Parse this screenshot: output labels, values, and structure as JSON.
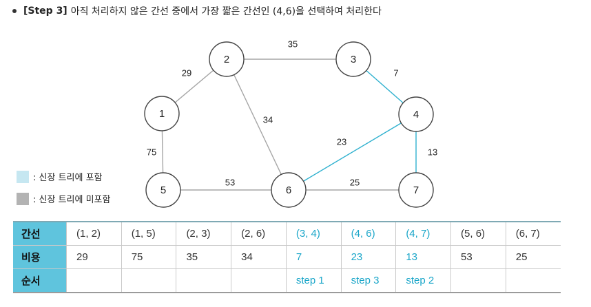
{
  "heading": {
    "bold": "[Step 3]",
    "text": "아직 처리하지 않은 간선 중에서 가장 짧은 간선인 (4,6)을 선택하여 처리한다"
  },
  "graph": {
    "nodes": [
      {
        "id": "1",
        "label": "1"
      },
      {
        "id": "2",
        "label": "2"
      },
      {
        "id": "3",
        "label": "3"
      },
      {
        "id": "4",
        "label": "4"
      },
      {
        "id": "5",
        "label": "5"
      },
      {
        "id": "6",
        "label": "6"
      },
      {
        "id": "7",
        "label": "7"
      }
    ],
    "edges": [
      {
        "from": "1",
        "to": "2",
        "weight": "29",
        "in_tree": false
      },
      {
        "from": "1",
        "to": "5",
        "weight": "75",
        "in_tree": false
      },
      {
        "from": "2",
        "to": "3",
        "weight": "35",
        "in_tree": false
      },
      {
        "from": "2",
        "to": "6",
        "weight": "34",
        "in_tree": false
      },
      {
        "from": "3",
        "to": "4",
        "weight": "7",
        "in_tree": true
      },
      {
        "from": "4",
        "to": "6",
        "weight": "23",
        "in_tree": true
      },
      {
        "from": "4",
        "to": "7",
        "weight": "13",
        "in_tree": true
      },
      {
        "from": "5",
        "to": "6",
        "weight": "53",
        "in_tree": false
      },
      {
        "from": "6",
        "to": "7",
        "weight": "25",
        "in_tree": false
      }
    ],
    "colors": {
      "in_tree": "#2fb1cf",
      "not_in_tree": "#a6a6a6"
    }
  },
  "legend": [
    {
      "label": ": 신장 트리에 포함",
      "color": "#c6e7f1"
    },
    {
      "label": ": 신장 트리에 미포함",
      "color": "#b3b3b3"
    }
  ],
  "table": {
    "header_color": "#5fc4dd",
    "highlight_color": "#1aa6c9",
    "rows": [
      {
        "header": "간선",
        "cells": [
          "(1, 2)",
          "(1, 5)",
          "(2, 3)",
          "(2, 6)",
          "(3, 4)",
          "(4, 6)",
          "(4, 7)",
          "(5, 6)",
          "(6, 7)"
        ]
      },
      {
        "header": "비용",
        "cells": [
          "29",
          "75",
          "35",
          "34",
          "7",
          "23",
          "13",
          "53",
          "25"
        ]
      },
      {
        "header": "순서",
        "cells": [
          "",
          "",
          "",
          "",
          "step 1",
          "step 3",
          "step 2",
          "",
          ""
        ]
      }
    ],
    "highlight_columns": [
      4,
      5,
      6
    ]
  }
}
